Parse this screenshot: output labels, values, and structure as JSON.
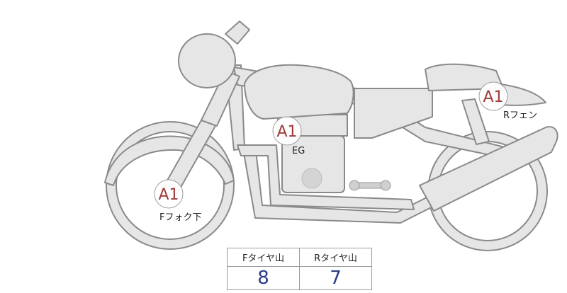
{
  "badges": [
    {
      "id": "front-fork",
      "code": "A1",
      "label": "Fフォク下"
    },
    {
      "id": "engine",
      "code": "A1",
      "label": "EG"
    },
    {
      "id": "rear-fender",
      "code": "A1",
      "label": "Rフェン"
    }
  ],
  "tire_table": {
    "headers": [
      "Fタイヤ山",
      "Rタイヤ山"
    ],
    "values": [
      "8",
      "7"
    ]
  },
  "colors": {
    "badge_text": "#a23a3a",
    "table_value": "#2a3a8a",
    "bike_fill": "#e6e6e6",
    "bike_stroke": "#8a8a8a"
  }
}
